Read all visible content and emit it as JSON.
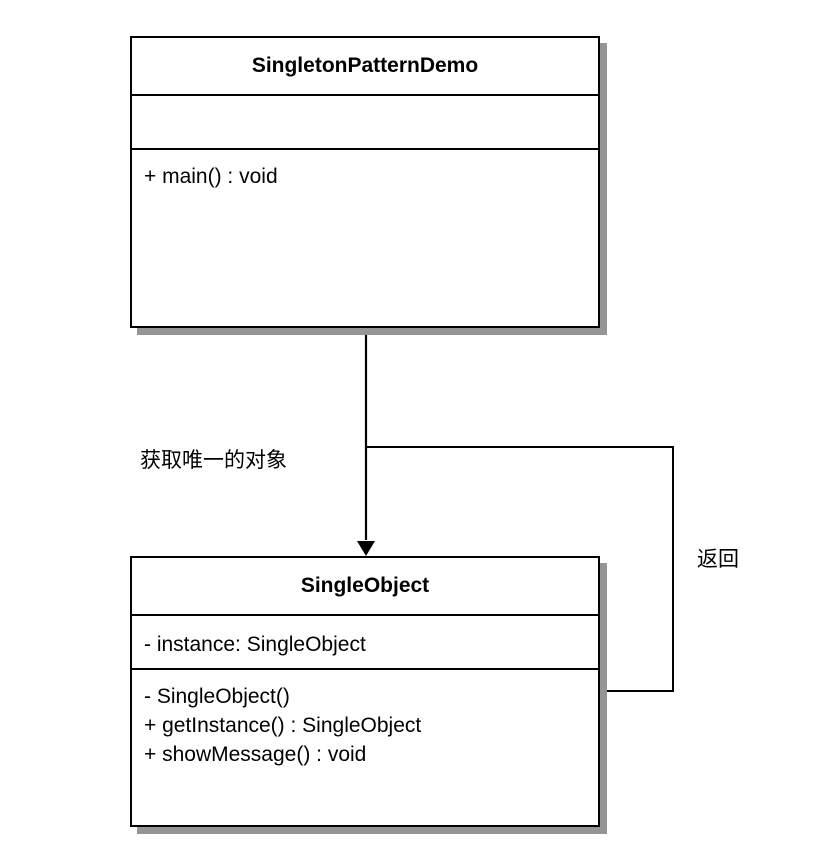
{
  "classes": {
    "demo": {
      "name": "SingletonPatternDemo",
      "attributes": [],
      "methods": [
        "+ main() : void"
      ]
    },
    "single_object": {
      "name": "SingleObject",
      "attributes": [
        "- instance: SingleObject"
      ],
      "methods": [
        "- SingleObject()",
        "+ getInstance() : SingleObject",
        "+ showMessage() : void"
      ]
    }
  },
  "edges": {
    "get_label": "获取唯一的对象",
    "return_label": "返回"
  }
}
